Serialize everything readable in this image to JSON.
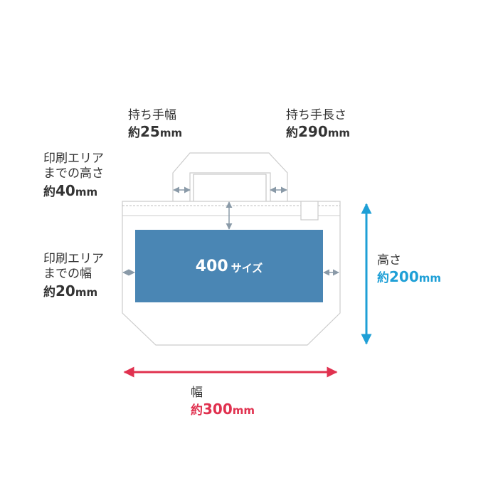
{
  "labels": {
    "handle_width": {
      "title": "持ち手幅",
      "prefix": "約",
      "value": "25",
      "unit": "mm"
    },
    "handle_length": {
      "title": "持ち手長さ",
      "prefix": "約",
      "value": "290",
      "unit": "mm"
    },
    "print_top": {
      "title_line1": "印刷エリア",
      "title_line2": "までの高さ",
      "prefix": "約",
      "value": "40",
      "unit": "mm"
    },
    "print_side": {
      "title_line1": "印刷エリア",
      "title_line2": "までの幅",
      "prefix": "約",
      "value": "20",
      "unit": "mm"
    },
    "height": {
      "title": "高さ",
      "prefix": "約",
      "value": "200",
      "unit": "mm"
    },
    "width": {
      "title": "幅",
      "prefix": "約",
      "value": "300",
      "unit": "mm"
    }
  },
  "print_area": {
    "value": "400",
    "text": "サイズ"
  },
  "colors": {
    "text": "#333333",
    "height_accent": "#1e9fd6",
    "width_accent": "#e0314f",
    "print_area": "#4a86b4",
    "bag_outline": "#cccccc",
    "small_arrow": "#8a9aa8"
  }
}
